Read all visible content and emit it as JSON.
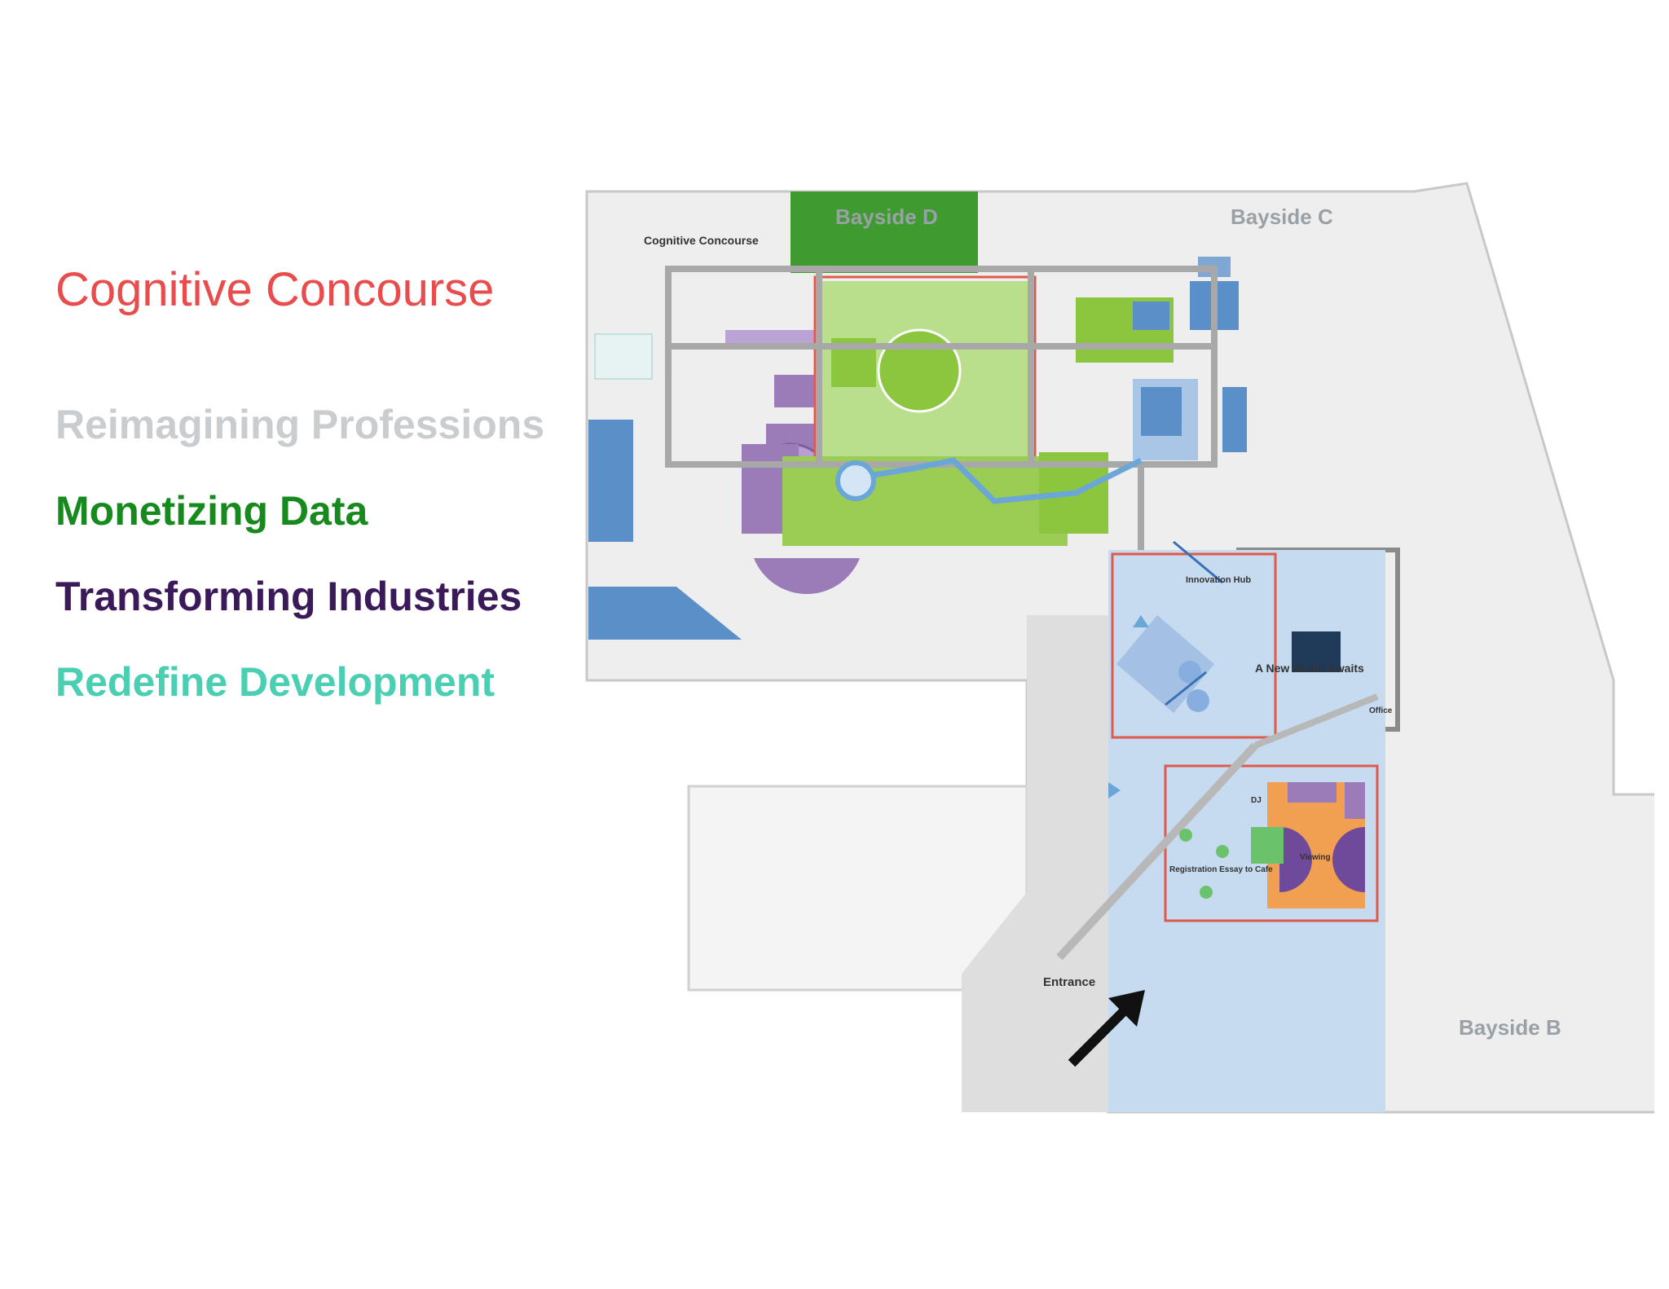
{
  "legend": {
    "title": "Cognitive Concourse",
    "themes": [
      {
        "label": "Reimagining Professions",
        "color": "#c9cdd0"
      },
      {
        "label": "Monetizing Data",
        "color": "#168a1c"
      },
      {
        "label": "Transforming Industries",
        "color": "#3b1a5a"
      },
      {
        "label": "Redefine Development",
        "color": "#4bcfb3"
      }
    ],
    "title_color": "#e84c4c"
  },
  "map": {
    "labels": {
      "bayside_d": "Bayside D",
      "bayside_c": "Bayside C",
      "bayside_b": "Bayside B",
      "cognitive_concourse": "Cognitive Concourse",
      "new_world": "A New World Awaits",
      "entrance": "Entrance",
      "innovation_hub": "Innovation Hub",
      "registration": "Registration Essay to Cafe",
      "viewing_area": "Viewing",
      "office": "Office",
      "dj": "DJ"
    },
    "zone_colors": {
      "monetizing_data": "#8cc63f",
      "monetizing_data_dark": "#3f9a2f",
      "transforming_industries": "#9b7bb8",
      "redefine_development": "#3aa98a",
      "ibm_blue": "#5b8fc7",
      "innovation_area": "#c6daf0",
      "highlight_border": "#e05a4a",
      "orange_area": "#f0a050",
      "walkway": "#a8a8a8"
    }
  }
}
